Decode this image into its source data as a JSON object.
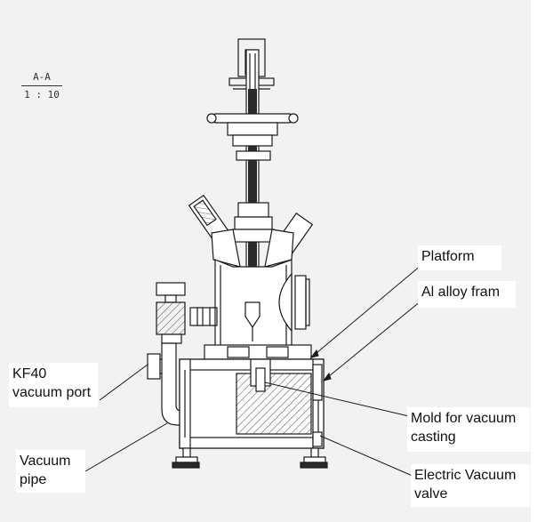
{
  "section_view": {
    "name": "A-A",
    "scale": "1 : 10"
  },
  "labels": {
    "platform": "Platform",
    "al_alloy_frame": "Al alloy fram",
    "kf40_line1": "KF40",
    "kf40_line2": "vacuum port",
    "mold_line1": "Mold for vacuum",
    "mold_line2": "casting",
    "vacuum_pipe_line1": "Vacuum",
    "vacuum_pipe_line2": "pipe",
    "electric_valve_line1": "Electric Vacuum",
    "electric_valve_line2": "valve"
  },
  "colors": {
    "background": "#f2f2f2",
    "line": "#1a1a1a",
    "hatch": "#555555",
    "label_bg": "#ffffff"
  }
}
